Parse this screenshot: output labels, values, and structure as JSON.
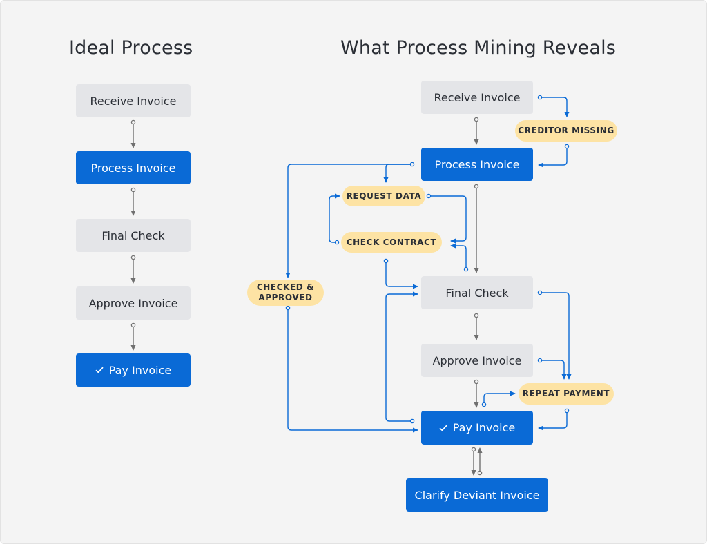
{
  "ideal": {
    "title": "Ideal Process",
    "steps": [
      "Receive Invoice",
      "Process Invoice",
      "Final Check",
      "Approve Invoice",
      "Pay Invoice"
    ]
  },
  "mining": {
    "title": "What Process Mining Reveals",
    "steps": {
      "receive": "Receive Invoice",
      "process": "Process Invoice",
      "final": "Final Check",
      "approve": "Approve Invoice",
      "pay": "Pay Invoice",
      "clarify": "Clarify Deviant Invoice"
    },
    "deviations": {
      "creditor_missing": "CREDITOR MISSING",
      "request_data": "REQUEST DATA",
      "check_contract": "CHECK CONTRACT",
      "checked_approved_line1": "CHECKED &",
      "checked_approved_line2": "APPROVED",
      "repeat_payment": "REPEAT PAYMENT"
    }
  },
  "icons": {
    "pay_check": "check-icon"
  },
  "colors": {
    "blue": "#0a6ad6",
    "grey_box": "#e4e5e8",
    "highlight": "#fde3a4",
    "arrow_grey": "#707070",
    "background": "#f4f4f4"
  }
}
